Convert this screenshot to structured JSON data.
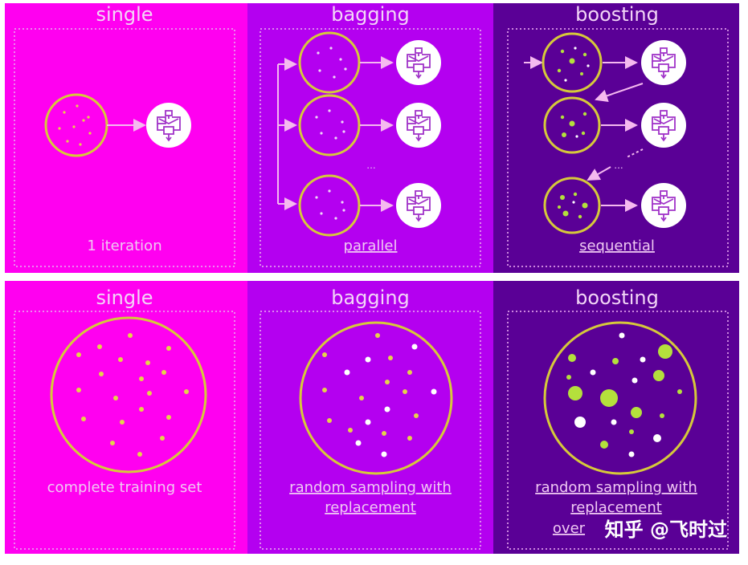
{
  "colors": {
    "single_bg": "#ff00f0",
    "bagging_bg": "#b400f0",
    "boosting_bg": "#5a0096",
    "ring": "#d6c93a",
    "dot_yellow": "#e5d24a",
    "dot_lime": "#b4e03c",
    "dot_white": "#ffffff",
    "arrow": "#f5b9ef",
    "dash_border": "#e9a8f0"
  },
  "top_row": {
    "single": {
      "title": "single",
      "caption": "1 iteration"
    },
    "bagging": {
      "title": "bagging",
      "caption": "parallel",
      "ellipsis": "..."
    },
    "boosting": {
      "title": "boosting",
      "caption": "sequential",
      "ellipsis": "..."
    }
  },
  "bottom_row": {
    "single": {
      "title": "single",
      "caption": "complete training set"
    },
    "bagging": {
      "title": "bagging",
      "caption_lines": [
        "random sampling with",
        "replacement"
      ]
    },
    "boosting": {
      "title": "boosting",
      "caption_lines": [
        "random sampling with",
        "replacement",
        "over"
      ]
    }
  },
  "watermark": "知乎 @飞时过",
  "icons": {
    "model": "flowchart-model-icon"
  }
}
